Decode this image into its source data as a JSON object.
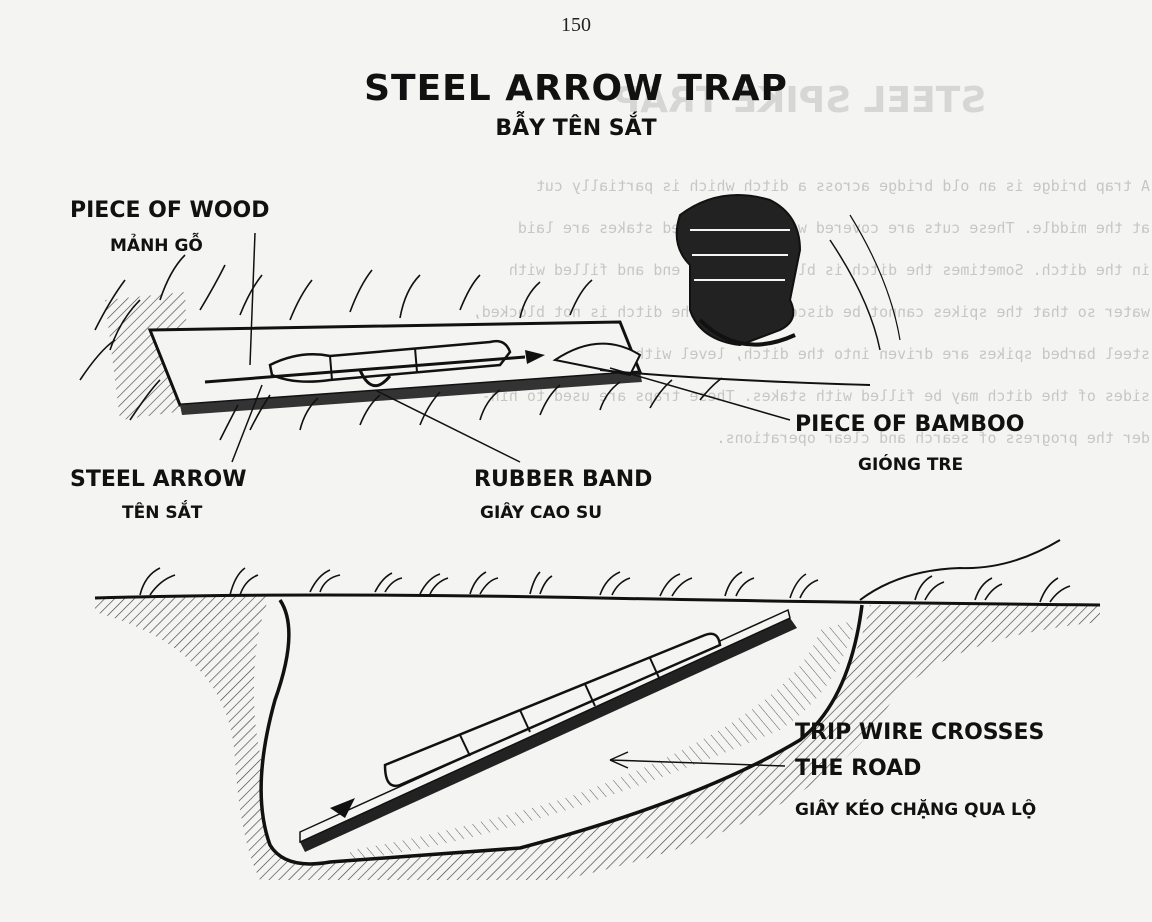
{
  "page_number": "150",
  "title": "STEEL ARROW TRAP",
  "subtitle": "BẪY TÊN SẮT",
  "bleed_through": {
    "title": "STEEL SPIKE TRAP",
    "lines": [
      "A trap bridge is an old bridge across a ditch which is partially cut",
      "at the middle. These cuts are covered with mud. Barbed stakes are laid",
      "in the ditch. Sometimes the ditch is blocked at one end and filled with",
      "water so that the spikes cannot be discovered. If the ditch is not blocked,",
      "steel barbed spikes are driven into the ditch, level with the mud. Both",
      "sides of the ditch may be filled with stakes. These traps are used to hin-",
      "der the progress of search and clear operations."
    ]
  },
  "labels": {
    "piece_of_wood": {
      "en": "PIECE OF WOOD",
      "vn": "MẢNH GỖ"
    },
    "steel_arrow": {
      "en": "STEEL ARROW",
      "vn": "TÊN SẮT"
    },
    "rubber_band": {
      "en": "RUBBER BAND",
      "vn": "GIÂY CAO SU"
    },
    "piece_of_bamboo": {
      "en": "PIECE OF BAMBOO",
      "vn": "GIÓNG TRE"
    },
    "trip_wire": {
      "en_line1": "TRIP WIRE CROSSES",
      "en_line2": "THE ROAD",
      "vn": "GIÂY KÉO CHẶNG QUA LỘ"
    }
  }
}
